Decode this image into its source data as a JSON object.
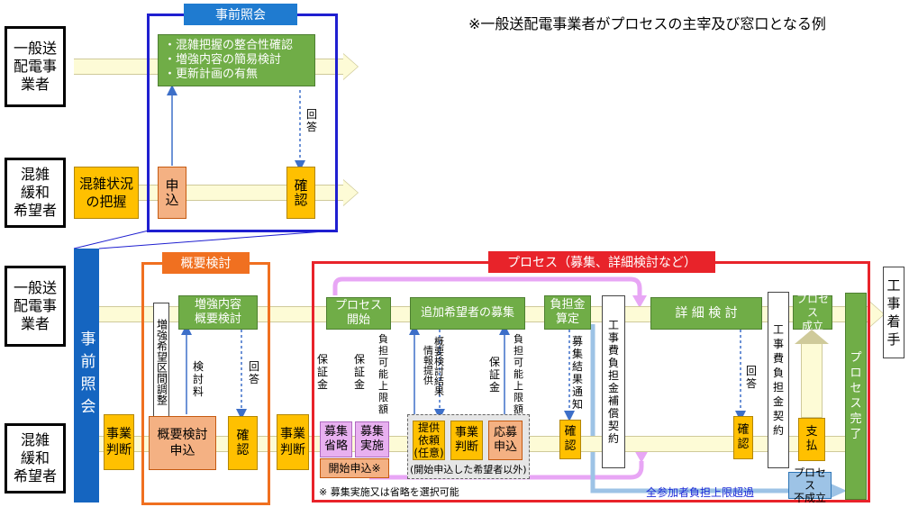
{
  "note_top": "※一般送配電事業者がプロセスの主宰及び窓口となる例",
  "actors": {
    "tso_top": "一般送\n配電事\n業者",
    "applicant_top": "混雑\n緩和\n希望者",
    "tso_bottom": "一般送\n配電事\n業者",
    "applicant_bottom": "混雑\n緩和\n希望者"
  },
  "prior_inquiry": {
    "title": "事前照会",
    "check_items": "・混雑把握の整合性確認\n・増強内容の簡易検討\n・更新計画の有無",
    "situation": "混雑状況\nの把握",
    "apply": "申\n込",
    "confirm": "確\n認",
    "answer": "回\n答"
  },
  "colors": {
    "blue_frame": "#1f1fd0",
    "orange_frame": "#f07020",
    "red_frame": "#e8232a",
    "blue_bar": "#1565c0"
  },
  "jizen_bar": "事前照会",
  "overview": {
    "title": "概要検討",
    "adjust": "増強希望区間調整",
    "study": "増強内容\n概要検討",
    "decision": "事業\n判断",
    "apply": "概要検討\n申込",
    "fee": "検\n討\n料",
    "confirm": "確\n認",
    "answer": "回\n答"
  },
  "process": {
    "title": "プロセス（募集、詳細検討など）",
    "decision": "事業\n判断",
    "start": "プロセス\n開始",
    "deposit1": "保\n証\n金",
    "deposit2": "保\n証\n金",
    "limit1": "負\n担\n可\n能\n上\n限\n額",
    "omit": "募集\n省略",
    "conduct": "募集\n実施",
    "start_apply": "開始申込※",
    "recruit": "追加希望者の募集",
    "summary": "概\n要\n検\n討\n結\n果",
    "info": "情\n報\n提\n供",
    "offer": "提供\n依頼\n(任意)",
    "decision2": "事業\n判断",
    "apply2": "応募\n申込",
    "except_note": "(開始申込した希望者以外)",
    "deposit3": "保\n証\n金",
    "limit2": "負\n担\n可\n能\n上\n限\n額",
    "calc": "負担金\n算定",
    "notice": "募\n集\n結\n果\n通\n知",
    "confirm": "確\n認",
    "contract1": "工\n事\n費\n負\n担\n金\n補\n償\n契\n約",
    "detail": "詳 細 検 討",
    "answer": "回\n答",
    "confirm2": "確\n認",
    "contract2": "工\n事\n費\n負\n担\n金\n契\n約",
    "established": "プロセス\n成立",
    "payment": "支\n払",
    "complete": "プ\nロ\nセ\nス\n完\n了",
    "failed": "プロセス\n不成立",
    "exceed": "全参加者負担上限超過",
    "footnote": "※ 募集実施又は省略を選択可能"
  },
  "construction": "工\n事\n着\n手"
}
